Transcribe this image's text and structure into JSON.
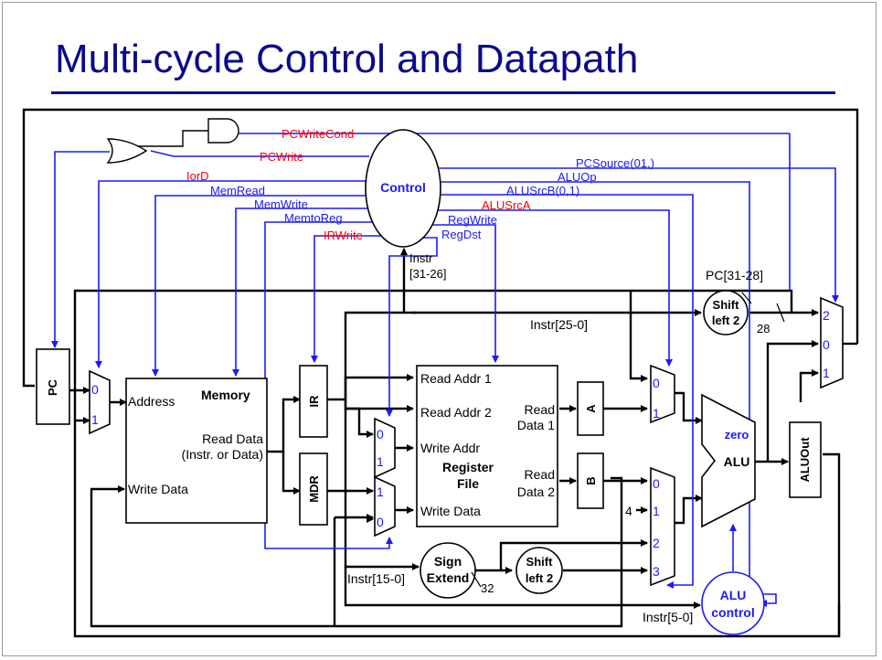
{
  "title": "Multi-cycle Control and Datapath",
  "colors": {
    "title": "#0a0a8c",
    "control_signal_wire": "#1a1aff",
    "signal_label_blue": "#1a1aff",
    "signal_label_red": "#ff0000",
    "datapath_wire": "#000000"
  },
  "control": {
    "label": "Control",
    "signals": {
      "pcwritecond": "PCWriteCond",
      "pcwrite": "PCWrite",
      "iord": "IorD",
      "memread": "MemRead",
      "memwrite": "MemWrite",
      "memtoreg": "MemtoReg",
      "irwrite": "IRWrite",
      "pcsource": "PCSource(01,)",
      "aluop": "ALUOp",
      "alusrcb": "ALUSrcB(0,1)",
      "alusrca": "ALUSrcA",
      "regwrite": "RegWrite",
      "regdst": "RegDst"
    },
    "instr_in": "Instr",
    "instr_range": "[31-26]"
  },
  "pc": {
    "label": "PC"
  },
  "memory": {
    "title": "Memory",
    "address": "Address",
    "read_data": "Read Data",
    "read_data_sub": "(Instr. or Data)",
    "write_data": "Write Data"
  },
  "ir": {
    "label": "IR"
  },
  "mdr": {
    "label": "MDR"
  },
  "register_file": {
    "read_addr_1": "Read Addr 1",
    "read_addr_2": "Read Addr 2",
    "write_addr": "Write Addr",
    "write_data": "Write Data",
    "title_1": "Register",
    "title_2": "File",
    "read_data_1": "Read",
    "read_data_1b": "Data 1",
    "read_data_2": "Read",
    "read_data_2b": "Data 2"
  },
  "reg_a": {
    "label": "A"
  },
  "reg_b": {
    "label": "B"
  },
  "alu": {
    "label": "ALU",
    "zero": "zero"
  },
  "aluout": {
    "label": "ALUOut"
  },
  "alu_control": {
    "line1": "ALU",
    "line2": "control"
  },
  "sign_extend": {
    "line1": "Sign",
    "line2": "Extend"
  },
  "shift_left_upper": {
    "line1": "Shift",
    "line2": "left 2"
  },
  "shift_left_lower": {
    "line1": "Shift",
    "line2": "left 2"
  },
  "mux_inputs": {
    "zero": "0",
    "one": "1",
    "two": "2",
    "three": "3"
  },
  "constant_four": "4",
  "bus_labels": {
    "pc_31_28": "PC[31-28]",
    "instr_25_0": "Instr[25-0]",
    "width_28": "28",
    "instr_15_0": "Instr[15-0]",
    "width_32": "32",
    "instr_5_0": "Instr[5-0]"
  }
}
